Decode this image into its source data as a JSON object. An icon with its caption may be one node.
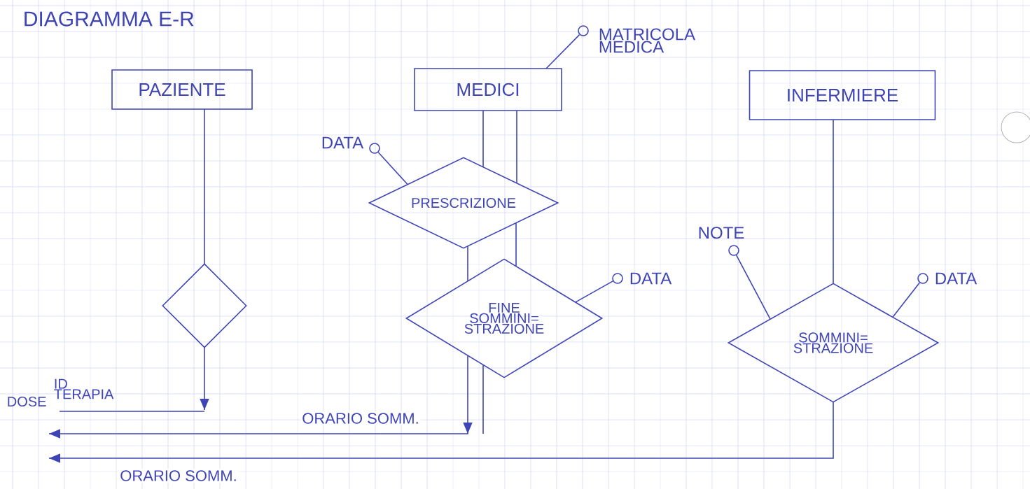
{
  "diagram": {
    "title": "DIAGRAMMA E-R",
    "nodes": [
      {
        "text": [
          "PAZIENTE"
        ]
      },
      {
        "text": [
          "MEDICI"
        ]
      },
      {
        "text": [],
        "shape": "circle",
        "beside": [
          "MATRICOLA MEDICA"
        ]
      },
      {
        "text": [
          "INFERMIERE"
        ]
      },
      {
        "text": [],
        "shape": "circle",
        "beside": [
          "DATA"
        ]
      },
      {
        "text": [
          "PRESCRIZIONE"
        ]
      },
      {
        "text": [],
        "shape": "circle",
        "beside": [
          "NOTE"
        ]
      },
      {
        "text": [],
        "shape": "diamond"
      },
      {
        "text": [
          "FINE SOMMINI= STRAZIONE"
        ]
      },
      {
        "text": [],
        "shape": "circle",
        "beside": [
          "DATA"
        ]
      },
      {
        "text": [],
        "shape": "circle",
        "beside": [
          "DATA"
        ]
      },
      {
        "text": [
          "SOMMINI= STRAZIONE"
        ]
      }
    ],
    "edges": [
      {
        "from": 0,
        "to": 7,
        "arrow": "none"
      },
      {
        "from": 1,
        "to": 5,
        "arrow": "none"
      },
      {
        "from": 1,
        "to": 5,
        "arrow": "none"
      },
      {
        "from": 5,
        "to": 8,
        "arrow": "none"
      },
      {
        "from": 5,
        "to": 8,
        "arrow": "none"
      },
      {
        "from": 2,
        "to": 1,
        "arrow": "none"
      },
      {
        "from": 4,
        "to": 5,
        "arrow": "none"
      },
      {
        "from": 3,
        "to": 11,
        "arrow": "none"
      },
      {
        "from": 6,
        "to": 11,
        "arrow": "none"
      },
      {
        "from": 10,
        "to": 11,
        "arrow": "none"
      },
      {
        "from": 9,
        "to": 8,
        "arrow": "none"
      },
      {
        "from": 7,
        "to": null,
        "arrow": "to"
      },
      {
        "from": 8,
        "to": null,
        "arrow": "to",
        "label": "ORARIO SOMM."
      },
      {
        "from": 8,
        "to": null,
        "arrow": "none"
      },
      {
        "from": 11,
        "to": null,
        "arrow": "to",
        "label": "ORARIO SOMM."
      }
    ],
    "labels": [
      "ID TERAPIA",
      "DOSE"
    ]
  }
}
